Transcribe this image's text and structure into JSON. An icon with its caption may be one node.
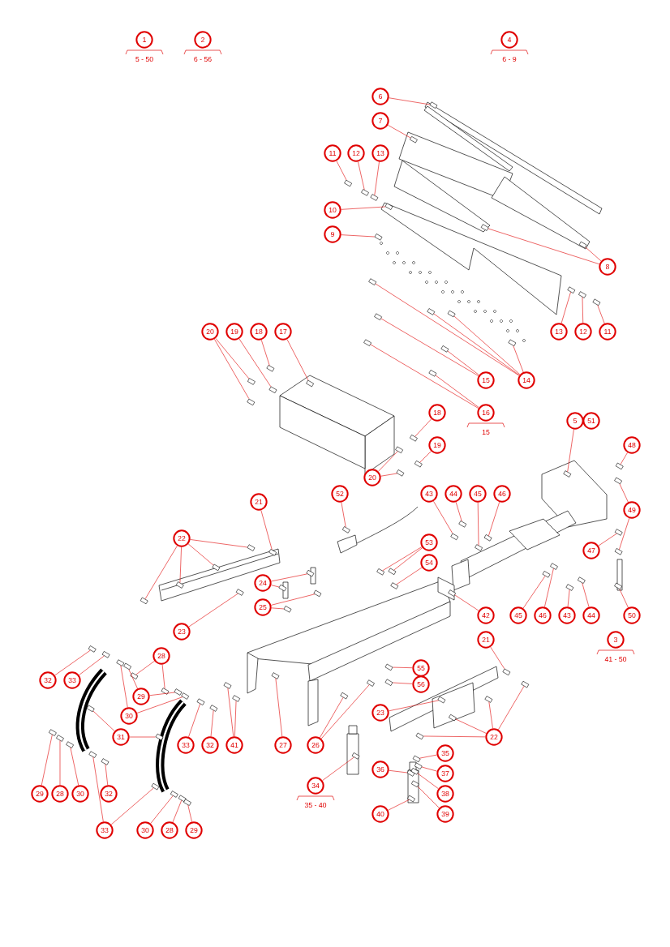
{
  "diagram": {
    "nodes": [
      {
        "text": [
          "1"
        ],
        "beside": [
          "5 - 50"
        ]
      },
      {
        "text": [
          "2"
        ],
        "beside": [
          "6 - 56"
        ]
      },
      {
        "text": [
          "4"
        ],
        "beside": [
          "6 - 9"
        ]
      },
      {
        "text": [
          "6"
        ]
      },
      {
        "text": [
          "7"
        ]
      },
      {
        "text": [
          "11"
        ]
      },
      {
        "text": [
          "12"
        ]
      },
      {
        "text": [
          "13"
        ]
      },
      {
        "text": [
          "10"
        ]
      },
      {
        "text": [
          "9"
        ]
      },
      {
        "text": [
          "8"
        ]
      },
      {
        "text": [
          "20"
        ]
      },
      {
        "text": [
          "19"
        ]
      },
      {
        "text": [
          "18"
        ]
      },
      {
        "text": [
          "17"
        ]
      },
      {
        "text": [
          "13"
        ]
      },
      {
        "text": [
          "12"
        ]
      },
      {
        "text": [
          "11"
        ]
      },
      {
        "text": [
          "14"
        ]
      },
      {
        "text": [
          "15"
        ]
      },
      {
        "text": [
          "18"
        ]
      },
      {
        "text": [
          "16"
        ],
        "beside": [
          "15"
        ]
      },
      {
        "text": [
          "5"
        ]
      },
      {
        "text": [
          "51"
        ]
      },
      {
        "text": [
          "48"
        ]
      },
      {
        "text": [
          "19"
        ]
      },
      {
        "text": [
          "20"
        ]
      },
      {
        "text": [
          "43"
        ]
      },
      {
        "text": [
          "44"
        ]
      },
      {
        "text": [
          "45"
        ]
      },
      {
        "text": [
          "46"
        ]
      },
      {
        "text": [
          "52"
        ]
      },
      {
        "text": [
          "21"
        ]
      },
      {
        "text": [
          "49"
        ]
      },
      {
        "text": [
          "22"
        ]
      },
      {
        "text": [
          "53"
        ]
      },
      {
        "text": [
          "47"
        ]
      },
      {
        "text": [
          "54"
        ]
      },
      {
        "text": [
          "24"
        ]
      },
      {
        "text": [
          "25"
        ]
      },
      {
        "text": [
          "42"
        ]
      },
      {
        "text": [
          "45"
        ]
      },
      {
        "text": [
          "46"
        ]
      },
      {
        "text": [
          "43"
        ]
      },
      {
        "text": [
          "44"
        ]
      },
      {
        "text": [
          "50"
        ]
      },
      {
        "text": [
          "23"
        ]
      },
      {
        "text": [
          "21"
        ]
      },
      {
        "text": [
          "3"
        ],
        "beside": [
          "41 - 50"
        ]
      },
      {
        "text": [
          "28"
        ]
      },
      {
        "text": [
          "55"
        ]
      },
      {
        "text": [
          "32"
        ]
      },
      {
        "text": [
          "33"
        ]
      },
      {
        "text": [
          "56"
        ]
      },
      {
        "text": [
          "29"
        ]
      },
      {
        "text": [
          "23"
        ]
      },
      {
        "text": [
          "30"
        ]
      },
      {
        "text": [
          "31"
        ]
      },
      {
        "text": [
          "22"
        ]
      },
      {
        "text": [
          "33"
        ]
      },
      {
        "text": [
          "32"
        ]
      },
      {
        "text": [
          "41"
        ]
      },
      {
        "text": [
          "27"
        ]
      },
      {
        "text": [
          "26"
        ]
      },
      {
        "text": [
          "35"
        ]
      },
      {
        "text": [
          "36"
        ]
      },
      {
        "text": [
          "37"
        ]
      },
      {
        "text": [
          "34"
        ],
        "beside": [
          "35 - 40"
        ]
      },
      {
        "text": [
          "29"
        ]
      },
      {
        "text": [
          "28"
        ]
      },
      {
        "text": [
          "30"
        ]
      },
      {
        "text": [
          "32"
        ]
      },
      {
        "text": [
          "38"
        ]
      },
      {
        "text": [
          "40"
        ]
      },
      {
        "text": [
          "39"
        ]
      },
      {
        "text": [
          "33"
        ]
      },
      {
        "text": [
          "30"
        ]
      },
      {
        "text": [
          "28"
        ]
      },
      {
        "text": [
          "29"
        ]
      },
      {
        "text": [],
        "shape": "box"
      },
      {
        "text": [],
        "shape": "box"
      },
      {
        "text": [],
        "shape": "box"
      },
      {
        "text": [],
        "shape": "box"
      },
      {
        "text": [],
        "shape": "box"
      },
      {
        "text": [],
        "shape": "box"
      },
      {
        "text": [],
        "shape": "box"
      },
      {
        "text": [],
        "shape": "box"
      },
      {
        "text": [],
        "shape": "box"
      },
      {
        "text": [],
        "shape": "box"
      },
      {
        "text": [],
        "shape": "box"
      },
      {
        "text": [],
        "shape": "box"
      },
      {
        "text": [],
        "shape": "box"
      },
      {
        "text": [],
        "shape": "box"
      },
      {
        "text": [],
        "shape": "box"
      },
      {
        "text": [],
        "shape": "box"
      },
      {
        "text": [],
        "shape": "box"
      },
      {
        "text": [],
        "shape": "box"
      },
      {
        "text": [],
        "shape": "box"
      },
      {
        "text": [],
        "shape": "box"
      },
      {
        "text": [],
        "shape": "box"
      },
      {
        "text": [],
        "shape": "box"
      },
      {
        "text": [],
        "shape": "box"
      },
      {
        "text": [],
        "shape": "box"
      },
      {
        "text": [],
        "shape": "box"
      },
      {
        "text": [],
        "shape": "box"
      },
      {
        "text": [],
        "shape": "box"
      },
      {
        "text": [],
        "shape": "box"
      },
      {
        "text": [],
        "shape": "box"
      },
      {
        "text": [],
        "shape": "box"
      },
      {
        "text": [],
        "shape": "box"
      },
      {
        "text": [],
        "shape": "box"
      },
      {
        "text": [],
        "shape": "box"
      },
      {
        "text": [],
        "shape": "box"
      },
      {
        "text": [],
        "shape": "box"
      },
      {
        "text": [],
        "shape": "box"
      },
      {
        "text": [],
        "shape": "box"
      },
      {
        "text": [],
        "shape": "box"
      },
      {
        "text": [],
        "shape": "box"
      },
      {
        "text": [],
        "shape": "box"
      },
      {
        "text": [],
        "shape": "box"
      },
      {
        "text": [],
        "shape": "box"
      },
      {
        "text": [],
        "shape": "box"
      },
      {
        "text": [],
        "shape": "box"
      },
      {
        "text": [],
        "shape": "box"
      },
      {
        "text": [],
        "shape": "box"
      },
      {
        "text": [],
        "shape": "box"
      },
      {
        "text": [],
        "shape": "box"
      },
      {
        "text": [],
        "shape": "box"
      },
      {
        "text": [],
        "shape": "box"
      },
      {
        "text": [],
        "shape": "box"
      },
      {
        "text": [],
        "shape": "box"
      },
      {
        "text": [],
        "shape": "box"
      },
      {
        "text": [],
        "shape": "box"
      },
      {
        "text": [],
        "shape": "box"
      },
      {
        "text": [],
        "shape": "box"
      },
      {
        "text": [],
        "shape": "box"
      },
      {
        "text": [],
        "shape": "box"
      },
      {
        "text": [],
        "shape": "box"
      },
      {
        "text": [],
        "shape": "box"
      },
      {
        "text": [],
        "shape": "box"
      },
      {
        "text": [],
        "shape": "box"
      },
      {
        "text": [],
        "shape": "box"
      },
      {
        "text": [],
        "shape": "box"
      },
      {
        "text": [],
        "shape": "box"
      },
      {
        "text": [],
        "shape": "box"
      },
      {
        "text": [],
        "shape": "box"
      },
      {
        "text": [],
        "shape": "box"
      },
      {
        "text": [],
        "shape": "box"
      },
      {
        "text": [],
        "shape": "box"
      },
      {
        "text": [],
        "shape": "box"
      },
      {
        "text": [],
        "shape": "box"
      },
      {
        "text": [],
        "shape": "box"
      },
      {
        "text": [],
        "shape": "box"
      },
      {
        "text": [],
        "shape": "box"
      },
      {
        "text": [],
        "shape": "box"
      },
      {
        "text": [],
        "shape": "box"
      },
      {
        "text": [],
        "shape": "box"
      },
      {
        "text": [],
        "shape": "box"
      },
      {
        "text": [],
        "shape": "box"
      },
      {
        "text": [],
        "shape": "box"
      },
      {
        "text": [],
        "shape": "box"
      },
      {
        "text": [],
        "shape": "box"
      },
      {
        "text": [],
        "shape": "box"
      },
      {
        "text": [],
        "shape": "box"
      },
      {
        "text": [],
        "shape": "box"
      },
      {
        "text": [],
        "shape": "box"
      },
      {
        "text": [],
        "shape": "box"
      },
      {
        "text": [],
        "shape": "box"
      },
      {
        "text": [],
        "shape": "box"
      },
      {
        "text": [],
        "shape": "box"
      },
      {
        "text": [],
        "shape": "box"
      },
      {
        "text": [],
        "shape": "box"
      },
      {
        "text": [],
        "shape": "box"
      },
      {
        "text": [],
        "shape": "box"
      },
      {
        "text": [],
        "shape": "box"
      },
      {
        "text": [],
        "shape": "box"
      },
      {
        "text": [],
        "shape": "box"
      },
      {
        "text": [],
        "shape": "box"
      }
    ],
    "edges": [
      {
        "from": 3,
        "to": 79,
        "arrow": "none"
      },
      {
        "from": 4,
        "to": 80,
        "arrow": "none"
      },
      {
        "from": 5,
        "to": 81,
        "arrow": "none"
      },
      {
        "from": 6,
        "to": 82,
        "arrow": "none"
      },
      {
        "from": 7,
        "to": 83,
        "arrow": "none"
      },
      {
        "from": 8,
        "to": 84,
        "arrow": "none"
      },
      {
        "from": 9,
        "to": 85,
        "arrow": "none"
      },
      {
        "from": 10,
        "to": 86,
        "arrow": "none"
      },
      {
        "from": 10,
        "to": 87,
        "arrow": "none"
      },
      {
        "from": 11,
        "to": 88,
        "arrow": "none"
      },
      {
        "from": 11,
        "to": 89,
        "arrow": "none"
      },
      {
        "from": 12,
        "to": 90,
        "arrow": "none"
      },
      {
        "from": 13,
        "to": 91,
        "arrow": "none"
      },
      {
        "from": 14,
        "to": 92,
        "arrow": "none"
      },
      {
        "from": 15,
        "to": 93,
        "arrow": "none"
      },
      {
        "from": 16,
        "to": 94,
        "arrow": "none"
      },
      {
        "from": 17,
        "to": 95,
        "arrow": "none"
      },
      {
        "from": 18,
        "to": 96,
        "arrow": "none"
      },
      {
        "from": 18,
        "to": 97,
        "arrow": "none"
      },
      {
        "from": 18,
        "to": 98,
        "arrow": "none"
      },
      {
        "from": 18,
        "to": 99,
        "arrow": "none"
      },
      {
        "from": 19,
        "to": 100,
        "arrow": "none"
      },
      {
        "from": 19,
        "to": 101,
        "arrow": "none"
      },
      {
        "from": 20,
        "to": 102,
        "arrow": "none"
      },
      {
        "from": 21,
        "to": 103,
        "arrow": "none"
      },
      {
        "from": 21,
        "to": 104,
        "arrow": "none"
      },
      {
        "from": 22,
        "to": 105,
        "arrow": "none"
      },
      {
        "from": 24,
        "to": 106,
        "arrow": "none"
      },
      {
        "from": 25,
        "to": 107,
        "arrow": "none"
      },
      {
        "from": 26,
        "to": 108,
        "arrow": "none"
      },
      {
        "from": 26,
        "to": 109,
        "arrow": "none"
      },
      {
        "from": 27,
        "to": 110,
        "arrow": "none"
      },
      {
        "from": 28,
        "to": 111,
        "arrow": "none"
      },
      {
        "from": 29,
        "to": 112,
        "arrow": "none"
      },
      {
        "from": 30,
        "to": 113,
        "arrow": "none"
      },
      {
        "from": 31,
        "to": 114,
        "arrow": "none"
      },
      {
        "from": 32,
        "to": 115,
        "arrow": "none"
      },
      {
        "from": 33,
        "to": 116,
        "arrow": "none"
      },
      {
        "from": 33,
        "to": 117,
        "arrow": "none"
      },
      {
        "from": 34,
        "to": 118,
        "arrow": "none"
      },
      {
        "from": 34,
        "to": 119,
        "arrow": "none"
      },
      {
        "from": 34,
        "to": 120,
        "arrow": "none"
      },
      {
        "from": 34,
        "to": 121,
        "arrow": "none"
      },
      {
        "from": 35,
        "to": 122,
        "arrow": "none"
      },
      {
        "from": 35,
        "to": 123,
        "arrow": "none"
      },
      {
        "from": 36,
        "to": 124,
        "arrow": "none"
      },
      {
        "from": 37,
        "to": 125,
        "arrow": "none"
      },
      {
        "from": 38,
        "to": 126,
        "arrow": "none"
      },
      {
        "from": 38,
        "to": 127,
        "arrow": "none"
      },
      {
        "from": 39,
        "to": 128,
        "arrow": "none"
      },
      {
        "from": 39,
        "to": 129,
        "arrow": "none"
      },
      {
        "from": 40,
        "to": 130,
        "arrow": "none"
      },
      {
        "from": 41,
        "to": 131,
        "arrow": "none"
      },
      {
        "from": 42,
        "to": 132,
        "arrow": "none"
      },
      {
        "from": 43,
        "to": 133,
        "arrow": "none"
      },
      {
        "from": 44,
        "to": 134,
        "arrow": "none"
      },
      {
        "from": 45,
        "to": 135,
        "arrow": "none"
      },
      {
        "from": 46,
        "to": 136,
        "arrow": "none"
      },
      {
        "from": 47,
        "to": 137,
        "arrow": "none"
      },
      {
        "from": 49,
        "to": 138,
        "arrow": "none"
      },
      {
        "from": 49,
        "to": 139,
        "arrow": "none"
      },
      {
        "from": 50,
        "to": 140,
        "arrow": "none"
      },
      {
        "from": 51,
        "to": 141,
        "arrow": "none"
      },
      {
        "from": 52,
        "to": 142,
        "arrow": "none"
      },
      {
        "from": 53,
        "to": 143,
        "arrow": "none"
      },
      {
        "from": 54,
        "to": 144,
        "arrow": "none"
      },
      {
        "from": 54,
        "to": 145,
        "arrow": "none"
      },
      {
        "from": 55,
        "to": 146,
        "arrow": "none"
      },
      {
        "from": 56,
        "to": 147,
        "arrow": "none"
      },
      {
        "from": 56,
        "to": 148,
        "arrow": "none"
      },
      {
        "from": 57,
        "to": 149,
        "arrow": "none"
      },
      {
        "from": 57,
        "to": 150,
        "arrow": "none"
      },
      {
        "from": 58,
        "to": 151,
        "arrow": "none"
      },
      {
        "from": 58,
        "to": 152,
        "arrow": "none"
      },
      {
        "from": 58,
        "to": 153,
        "arrow": "none"
      },
      {
        "from": 58,
        "to": 154,
        "arrow": "none"
      },
      {
        "from": 59,
        "to": 155,
        "arrow": "none"
      },
      {
        "from": 60,
        "to": 156,
        "arrow": "none"
      },
      {
        "from": 61,
        "to": 157,
        "arrow": "none"
      },
      {
        "from": 61,
        "to": 158,
        "arrow": "none"
      },
      {
        "from": 62,
        "to": 159,
        "arrow": "none"
      },
      {
        "from": 63,
        "to": 160,
        "arrow": "none"
      },
      {
        "from": 63,
        "to": 161,
        "arrow": "none"
      },
      {
        "from": 64,
        "to": 162,
        "arrow": "none"
      },
      {
        "from": 65,
        "to": 163,
        "arrow": "none"
      },
      {
        "from": 66,
        "to": 164,
        "arrow": "none"
      },
      {
        "from": 67,
        "to": 165,
        "arrow": "none"
      },
      {
        "from": 68,
        "to": 166,
        "arrow": "none"
      },
      {
        "from": 69,
        "to": 167,
        "arrow": "none"
      },
      {
        "from": 70,
        "to": 168,
        "arrow": "none"
      },
      {
        "from": 71,
        "to": 169,
        "arrow": "none"
      },
      {
        "from": 72,
        "to": 170,
        "arrow": "none"
      },
      {
        "from": 73,
        "to": 171,
        "arrow": "none"
      },
      {
        "from": 74,
        "to": 172,
        "arrow": "none"
      },
      {
        "from": 75,
        "to": 173,
        "arrow": "none"
      },
      {
        "from": 75,
        "to": 174,
        "arrow": "none"
      },
      {
        "from": 76,
        "to": 175,
        "arrow": "none"
      },
      {
        "from": 77,
        "to": 176,
        "arrow": "none"
      },
      {
        "from": 78,
        "to": 177,
        "arrow": "none"
      }
    ]
  }
}
